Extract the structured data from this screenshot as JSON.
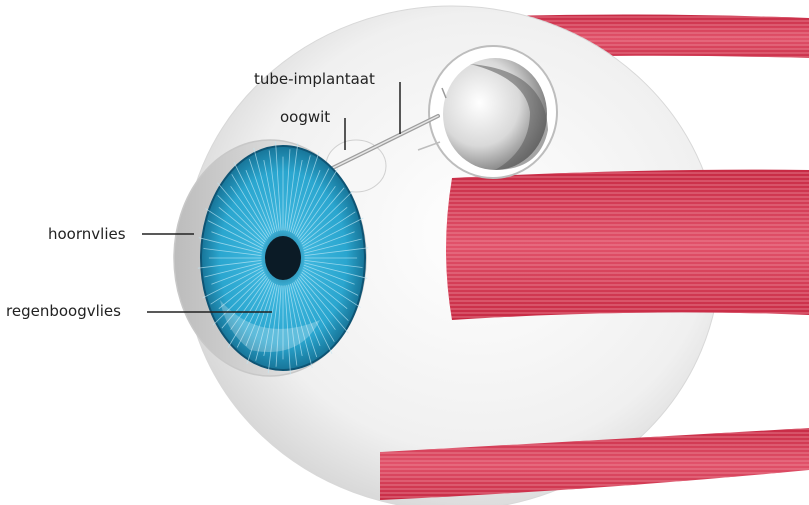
{
  "diagram": {
    "labels": {
      "tube": "tube-implantaat",
      "sclera": "oogwit",
      "cornea": "hoornvlies",
      "iris": "regenboogvlies"
    },
    "colors": {
      "muscle": "#d6334c",
      "muscle_light": "#ef8a98",
      "iris": "#2aa6cf",
      "iris_dark": "#0f5f80",
      "sclera": "#f3f3f3",
      "pupil": "#0b1b26",
      "leader": "#222222"
    }
  }
}
